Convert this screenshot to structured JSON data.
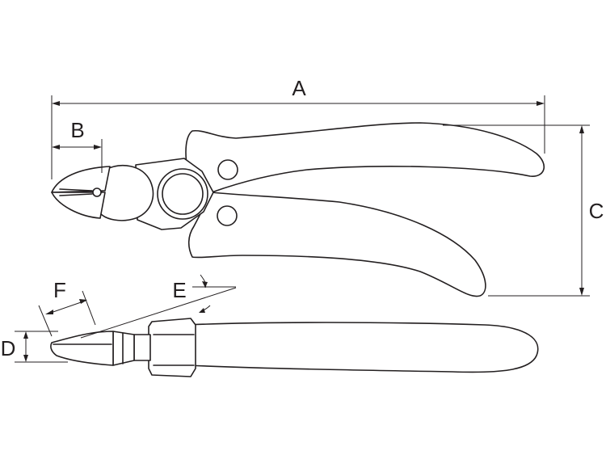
{
  "diagram": {
    "labels": {
      "a": "A",
      "b": "B",
      "c": "C",
      "d": "D",
      "e": "E",
      "f": "F"
    },
    "colors": {
      "line": "#231f20",
      "background": "#ffffff"
    }
  }
}
